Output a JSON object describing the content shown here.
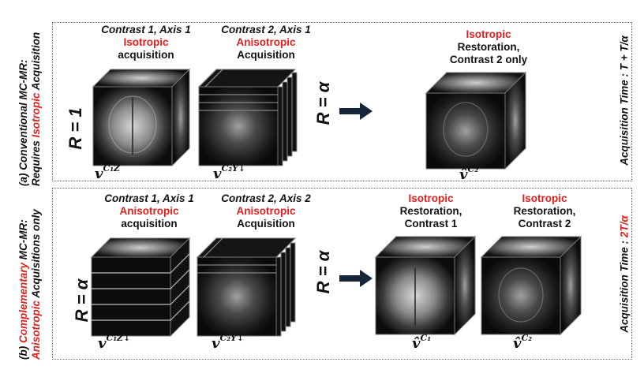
{
  "panel_a": {
    "side_label_line1": "(a)  Conventional MC-MR:",
    "side_label_line2_pre": "Requires ",
    "side_label_line2_red": "Isotropic",
    "side_label_line2_post": " Acquisition",
    "right_label": "Acquisition Time : T + T/α",
    "col1": {
      "line1": "Contrast 1, Axis 1",
      "line2": "Isotropic",
      "line3": "acquisition",
      "symbol": "v",
      "sup": "C₁Z"
    },
    "col2": {
      "line1": "Contrast 2, Axis 1",
      "line2": "Anisotropic",
      "line3": "Acquisition",
      "symbol": "v",
      "sup": "C₂Y↓"
    },
    "col3": {
      "line1": "Isotropic",
      "line2": "Restoration,",
      "line3": "Contrast 2 only",
      "symbol": "v̂",
      "sup": "C₂"
    },
    "r_left": "R = 1",
    "r_right": "R = α"
  },
  "panel_b": {
    "side_label_line1_pre": "(b) ",
    "side_label_line1_red": "Complementary",
    "side_label_line1_post": " MC-MR:",
    "side_label_line2_red": "Anisotropic",
    "side_label_line2_post": " Acquisitions only",
    "right_label_pre": "Acquisition Time : ",
    "right_label_red": "2T/α",
    "col1": {
      "line1": "Contrast 1, Axis 1",
      "line2": "Anisotropic",
      "line3": "acquisition",
      "symbol": "v",
      "sup": "C₁Z↓"
    },
    "col2": {
      "line1": "Contrast 2, Axis 2",
      "line2": "Anisotropic",
      "line3": "Acquisition",
      "symbol": "v",
      "sup": "C₂Y↓"
    },
    "col3": {
      "line1": "Isotropic",
      "line2": "Restoration,",
      "line3": "Contrast 1",
      "symbol": "v̂",
      "sup": "C₁"
    },
    "col4": {
      "line1": "Isotropic",
      "line2": "Restoration,",
      "line3": "Contrast 2",
      "symbol": "v̂",
      "sup": "C₂"
    },
    "r_left": "R = α",
    "r_right": "R = α"
  },
  "colors": {
    "accent_red": "#e02020",
    "arrow": "#16263a",
    "cube_face": "#0c0c0c"
  }
}
